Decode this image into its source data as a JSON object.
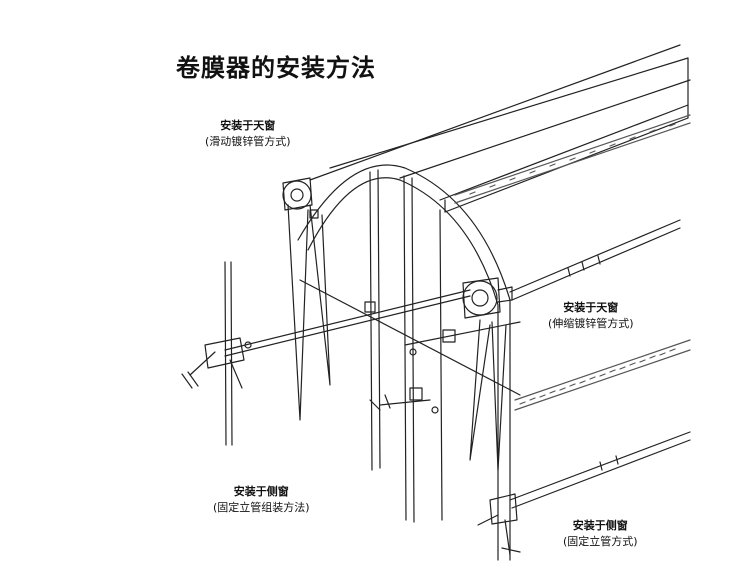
{
  "title": "卷膜器的安装方法",
  "labels": {
    "skylight_slide": {
      "line1": "安装于天窗",
      "line2": "(滑动镀锌管方式)"
    },
    "skylight_telescopic": {
      "line1": "安装于天窗",
      "line2": "(伸缩镀锌管方式)"
    },
    "side_fixed_group": {
      "line1": "安装于侧窗",
      "line2": "(固定立管组装方法)"
    },
    "side_fixed": {
      "line1": "安装于侧窗",
      "line2": "(固定立管方式)"
    }
  },
  "colors": {
    "line": "#222222",
    "background": "#ffffff",
    "hatch": "#555555"
  }
}
